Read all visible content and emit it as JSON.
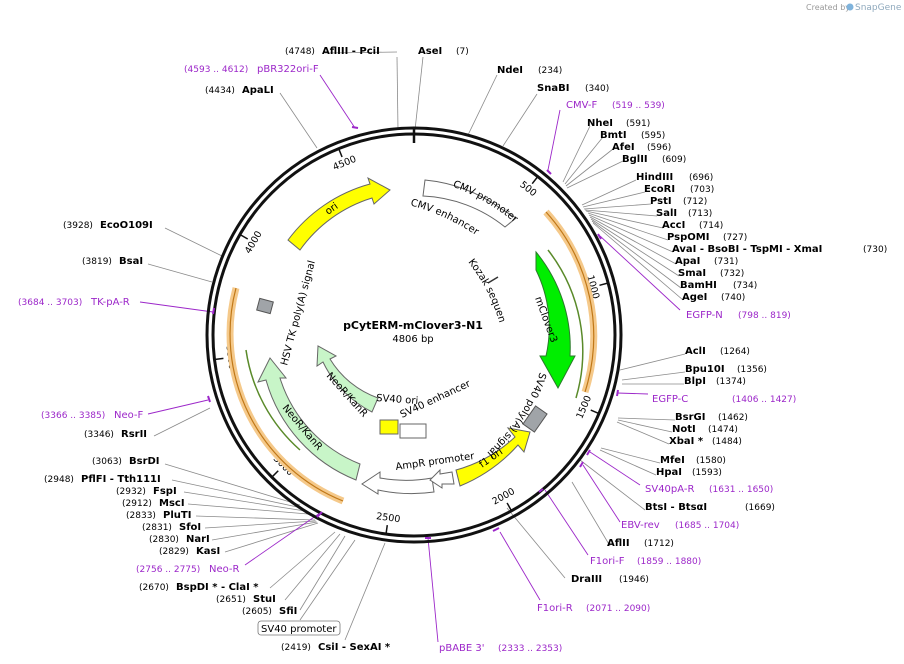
{
  "credit": {
    "prefix": "Created by",
    "brand": "SnapGene"
  },
  "plasmid": {
    "name": "pCytERM-mClover3-N1",
    "size": "4806 bp"
  },
  "ticks": [
    {
      "label": "500",
      "deg": 38
    },
    {
      "label": "1000",
      "deg": 75
    },
    {
      "label": "1500",
      "deg": 113
    },
    {
      "label": "2000",
      "deg": 151
    },
    {
      "label": "2500",
      "deg": 188
    },
    {
      "label": "3000",
      "deg": 225
    },
    {
      "label": "3500",
      "deg": 263
    },
    {
      "label": "4000",
      "deg": 300
    },
    {
      "label": "4500",
      "deg": 338
    }
  ],
  "features": {
    "cmv_enhancer": "CMV enhancer",
    "cmv_promoter": "CMV promoter",
    "kozak": "Kozak sequence",
    "mclover3": "mClover3",
    "sv40_polya": "SV40 poly(A) signal",
    "f1_ori": "f1 ori",
    "ampr_promoter": "AmpR promoter",
    "sv40_enhancer": "SV40 enhancer",
    "sv40_ori": "SV40 ori",
    "neor_inner": "NeoR/KanR",
    "neor_outer": "NeoR/KanR",
    "hsv_tk": "HSV TK poly(A) signal",
    "ori": "ori",
    "sv40_promoter": "SV40 promoter"
  },
  "enzymes_right": [
    {
      "pos": "",
      "name": "NdeI",
      "posr": "(234)"
    },
    {
      "pos": "",
      "name": "SnaBI",
      "posr": "(340)"
    },
    {
      "pos": "",
      "name": "NheI",
      "posr": "(591)"
    },
    {
      "pos": "",
      "name": "BmtI",
      "posr": "(595)"
    },
    {
      "pos": "",
      "name": "AfeI",
      "posr": "(596)"
    },
    {
      "pos": "",
      "name": "BglII",
      "posr": "(609)"
    },
    {
      "pos": "",
      "name": "HindIII",
      "posr": "(696)"
    },
    {
      "pos": "",
      "name": "EcoRI",
      "posr": "(703)"
    },
    {
      "pos": "",
      "name": "PstI",
      "posr": "(712)"
    },
    {
      "pos": "",
      "name": "SalI",
      "posr": "(713)"
    },
    {
      "pos": "",
      "name": "AccI",
      "posr": "(714)"
    },
    {
      "pos": "",
      "name": "PspOMI",
      "posr": "(727)"
    },
    {
      "pos": "",
      "name": "AvaI  -  BsoBI  -  TspMI  -  XmaI",
      "posr": "(730)"
    },
    {
      "pos": "",
      "name": "ApaI",
      "posr": "(731)"
    },
    {
      "pos": "",
      "name": "SmaI",
      "posr": "(732)"
    },
    {
      "pos": "",
      "name": "BamHI",
      "posr": "(734)"
    },
    {
      "pos": "",
      "name": "AgeI",
      "posr": "(740)"
    },
    {
      "pos": "",
      "name": "AclI",
      "posr": "(1264)"
    },
    {
      "pos": "",
      "name": "Bpu10I",
      "posr": "(1356)"
    },
    {
      "pos": "",
      "name": "BlpI",
      "posr": "(1374)"
    },
    {
      "pos": "",
      "name": "BsrGI",
      "posr": "(1462)"
    },
    {
      "pos": "",
      "name": "NotI",
      "posr": "(1474)"
    },
    {
      "pos": "",
      "name": "XbaI *",
      "posr": "(1484)"
    },
    {
      "pos": "",
      "name": "MfeI",
      "posr": "(1580)"
    },
    {
      "pos": "",
      "name": "HpaI",
      "posr": "(1593)"
    },
    {
      "pos": "",
      "name": "BtsI  -  BtsαI",
      "posr": "(1669)"
    },
    {
      "pos": "",
      "name": "AflII",
      "posr": "(1712)"
    },
    {
      "pos": "",
      "name": "DraIII",
      "posr": "(1946)"
    }
  ],
  "enzymes_left": [
    {
      "pos": "(4748)",
      "name": "AflIII  -  PciI"
    },
    {
      "pos": "",
      "name": "AseI",
      "posr": "(7)"
    },
    {
      "pos": "(4434)",
      "name": "ApaLI"
    },
    {
      "pos": "(3928)",
      "name": "EcoO109I"
    },
    {
      "pos": "(3819)",
      "name": "BsaI"
    },
    {
      "pos": "(3346)",
      "name": "RsrII"
    },
    {
      "pos": "(3063)",
      "name": "BsrDI"
    },
    {
      "pos": "(2948)",
      "name": "PflFI  -  Tth111I"
    },
    {
      "pos": "(2932)",
      "name": "FspI"
    },
    {
      "pos": "(2912)",
      "name": "MscI"
    },
    {
      "pos": "(2833)",
      "name": "PluTI"
    },
    {
      "pos": "(2831)",
      "name": "SfoI"
    },
    {
      "pos": "(2830)",
      "name": "NarI"
    },
    {
      "pos": "(2829)",
      "name": "KasI"
    },
    {
      "pos": "(2670)",
      "name": "BspDI *  -  ClaI *"
    },
    {
      "pos": "(2651)",
      "name": "StuI"
    },
    {
      "pos": "(2605)",
      "name": "SfiI"
    },
    {
      "pos": "(2419)",
      "name": "CsiI  -  SexAI *"
    }
  ],
  "primers": [
    {
      "name": "pBR322ori-F",
      "range": "(4593 .. 4612)"
    },
    {
      "name": "CMV-F",
      "range": "(519 .. 539)"
    },
    {
      "name": "EGFP-N",
      "range": "(798 .. 819)"
    },
    {
      "name": "EGFP-C",
      "range": "(1406 .. 1427)"
    },
    {
      "name": "SV40pA-R",
      "range": "(1631 .. 1650)"
    },
    {
      "name": "EBV-rev",
      "range": "(1685 .. 1704)"
    },
    {
      "name": "F1ori-F",
      "range": "(1859 .. 1880)"
    },
    {
      "name": "F1ori-R",
      "range": "(2071 .. 2090)"
    },
    {
      "name": "pBABE 3'",
      "range": "(2333 .. 2353)"
    },
    {
      "name": "Neo-R",
      "range": "(2756 .. 2775)"
    },
    {
      "name": "Neo-F",
      "range": "(3366 .. 3385)"
    },
    {
      "name": "TK-pA-R",
      "range": "(3684 .. 3703)"
    }
  ],
  "colors": {
    "backbone": "#111111",
    "mclover3": "#00ee00",
    "orange": "#f0a030",
    "yellow": "#ffff00",
    "neo": "#c8f5c8",
    "primer": "#9c27c9",
    "gray_box": "#a0a4a8"
  }
}
